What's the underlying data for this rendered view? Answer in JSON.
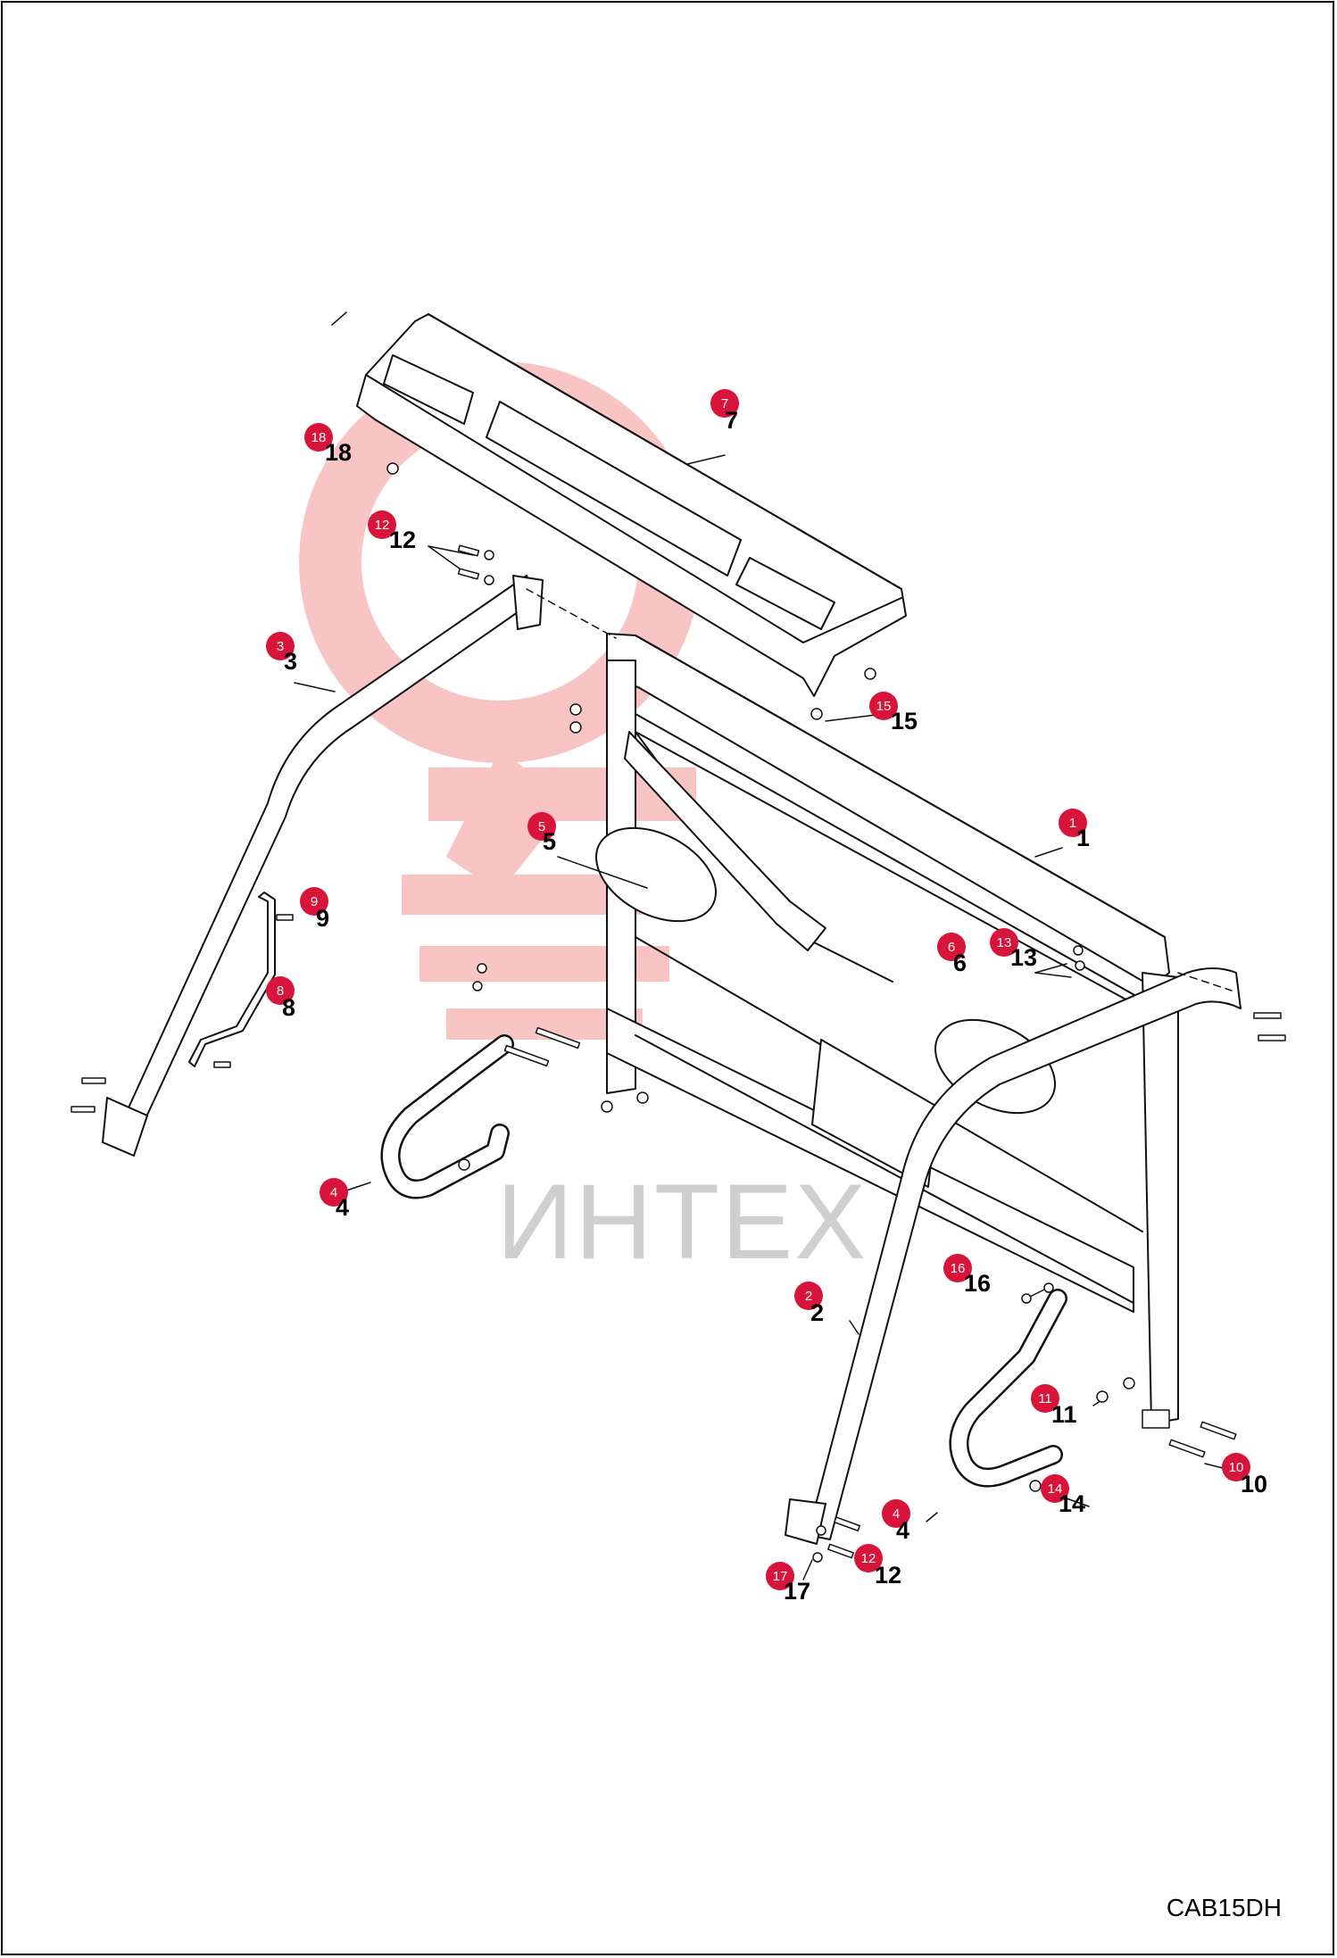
{
  "watermark": {
    "text": "ИНТЕХ",
    "color": "#f3a3a3"
  },
  "drawing_code": "CAB15DH",
  "callout_color": "#d9143a",
  "callouts": [
    {
      "id": "c7",
      "badge": "7",
      "label": "7"
    },
    {
      "id": "c18",
      "badge": "18",
      "label": "18"
    },
    {
      "id": "c12a",
      "badge": "12",
      "label": "12"
    },
    {
      "id": "c3",
      "badge": "3",
      "label": "3"
    },
    {
      "id": "c15",
      "badge": "15",
      "label": "15"
    },
    {
      "id": "c1",
      "badge": "1",
      "label": "1"
    },
    {
      "id": "c5",
      "badge": "5",
      "label": "5"
    },
    {
      "id": "c9",
      "badge": "9",
      "label": "9"
    },
    {
      "id": "c8",
      "badge": "8",
      "label": "8"
    },
    {
      "id": "c6",
      "badge": "6",
      "label": "6"
    },
    {
      "id": "c13",
      "badge": "13",
      "label": "13"
    },
    {
      "id": "c4a",
      "badge": "4",
      "label": "4"
    },
    {
      "id": "c2",
      "badge": "2",
      "label": "2"
    },
    {
      "id": "c16",
      "badge": "16",
      "label": "16"
    },
    {
      "id": "c11",
      "badge": "11",
      "label": "11"
    },
    {
      "id": "c10",
      "badge": "10",
      "label": "10"
    },
    {
      "id": "c14",
      "badge": "14",
      "label": "14"
    },
    {
      "id": "c4b",
      "badge": "4",
      "label": "4"
    },
    {
      "id": "c12b",
      "badge": "12",
      "label": "12"
    },
    {
      "id": "c17",
      "badge": "17",
      "label": "17"
    }
  ]
}
